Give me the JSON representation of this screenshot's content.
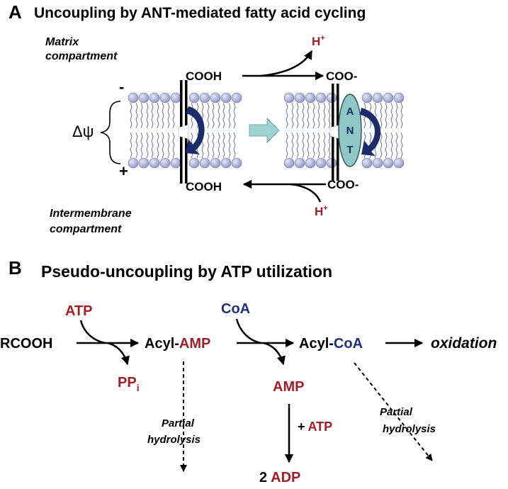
{
  "panel_a": {
    "letter": "A",
    "title": "Uncoupling by ANT-mediated fatty acid cycling",
    "matrix_label_1": "Matrix",
    "matrix_label_2": "compartment",
    "inter_label_1": "Intermembrane",
    "inter_label_2": "compartment",
    "minus_sign": "-",
    "plus_sign": "+",
    "delta_psi": "Δψ",
    "cooh_top": "COOH",
    "coo_top": "COO-",
    "cooh_bottom": "COOH",
    "coo_bottom": "COO-",
    "h_plus_top": "H",
    "h_plus_bottom": "H",
    "plus_sup": "+",
    "ant_letters": [
      "A",
      "N",
      "T"
    ]
  },
  "panel_b": {
    "letter": "B",
    "title": "Pseudo-uncoupling by ATP utilization",
    "atp": "ATP",
    "coa": "CoA",
    "rcooh": "RCOOH",
    "acyl_prefix": "Acyl-",
    "amp": "AMP",
    "coa2": "CoA",
    "oxidation": "oxidation",
    "pp": "PP",
    "pp_sub": "i",
    "amp2": "AMP",
    "plus_atp_plus": "+",
    "plus_atp": "ATP",
    "partial_1a": "Partial",
    "partial_1b": "hydrolysis",
    "partial_2a": "Partial",
    "partial_2b": "hydrolysis",
    "adp_num": "2",
    "adp": "ADP"
  },
  "colors": {
    "dark_red": "#a31d24",
    "navy": "#1f2f7a",
    "lipid_head": "#a9aed8",
    "ant_fill": "#8ec7c4",
    "arrow_fill": "#9fd3d3",
    "curved_arrow": "#1c2c6a"
  }
}
